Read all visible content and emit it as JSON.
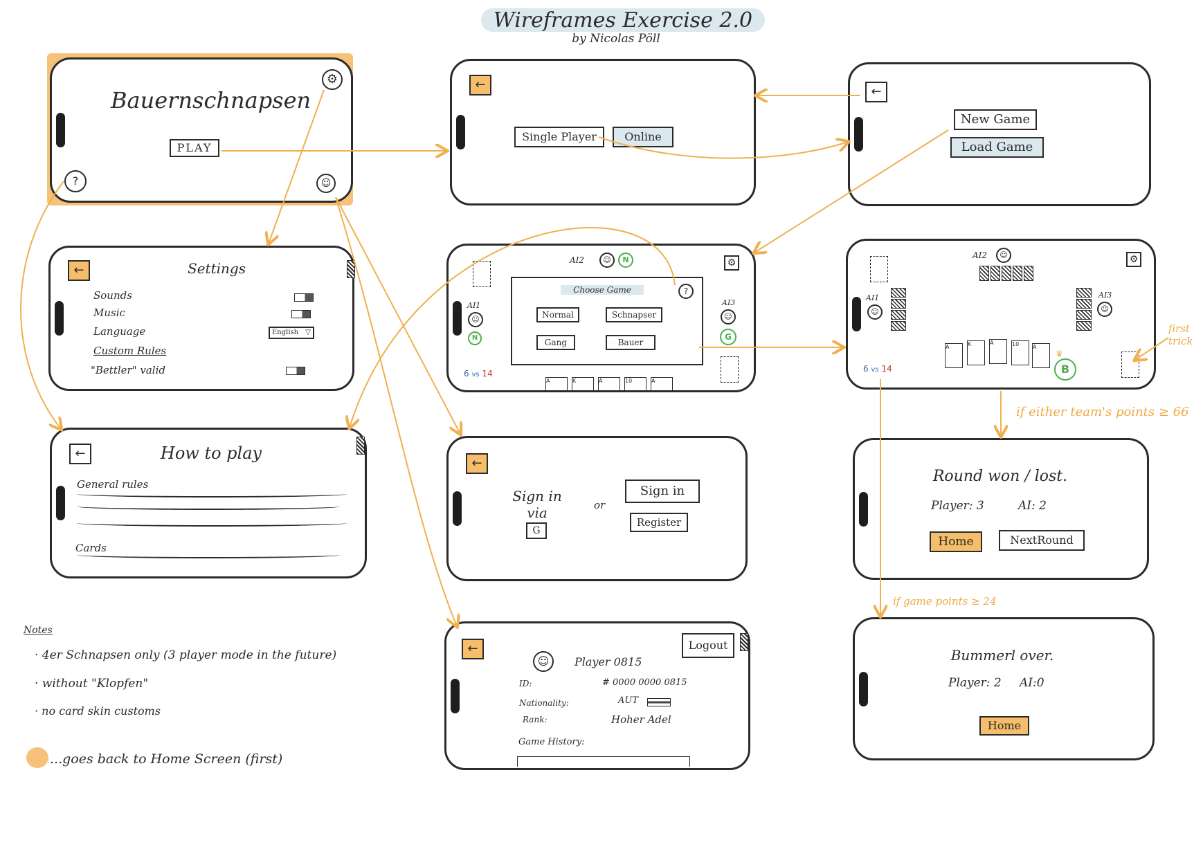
{
  "title": {
    "main": "Wireframes Exercise 2.0",
    "byline": "by Nicolas Pöll"
  },
  "home": {
    "app_name": "Bauernschnapsen",
    "play": "PLAY",
    "help_icon": "?",
    "settings_icon": "gear-icon",
    "profile_icon": "person-icon"
  },
  "mode": {
    "single": "Single Player",
    "online": "Online",
    "back": "←"
  },
  "newgame": {
    "new": "New Game",
    "load": "Load Game",
    "back": "←"
  },
  "settings": {
    "title": "Settings",
    "back": "←",
    "items": [
      "Sounds",
      "Music",
      "Language",
      "Custom Rules",
      "\"Bettler\" valid"
    ],
    "language_value": "English"
  },
  "howto": {
    "title": "How to play",
    "back": "←",
    "general": "General rules",
    "cards": "Cards"
  },
  "choose": {
    "ai2": "AI2",
    "ai1": "AI1",
    "ai3": "AI3",
    "n": "N",
    "g": "G",
    "title": "Choose Game",
    "help": "?",
    "options": [
      "Normal",
      "Schnapser",
      "Gang",
      "Bauer"
    ],
    "score_a": "6",
    "score_vs": "vs",
    "score_b": "14"
  },
  "game": {
    "ai2": "AI2",
    "ai1": "AI1",
    "ai3": "AI3",
    "b": "B",
    "score_a": "6",
    "score_vs": "vs",
    "score_b": "14",
    "first_trick": "first trick"
  },
  "signin": {
    "via": "Sign in via",
    "g": "G",
    "or": "or",
    "signin": "Sign in",
    "register": "Register",
    "back": "←"
  },
  "profile": {
    "back": "←",
    "logout": "Logout",
    "player": "Player 0815",
    "fields": [
      {
        "label": "ID:",
        "value": "# 0000 0000 0815"
      },
      {
        "label": "Nationality:",
        "value": "AUT"
      },
      {
        "label": "Rank:",
        "value": "Hoher Adel"
      },
      {
        "label": "Game History:",
        "value": ""
      }
    ]
  },
  "round": {
    "title": "Round won / lost.",
    "player": "Player: 3",
    "ai": "AI: 2",
    "home": "Home",
    "next": "NextRound"
  },
  "over": {
    "title": "Bummerl over.",
    "player": "Player: 2",
    "ai": "AI:0",
    "home": "Home"
  },
  "annotations": {
    "either": "if either team's points ≥ 66",
    "gamepoints": "if game points ≥ 24"
  },
  "notes": {
    "heading": "Notes",
    "items": [
      "· 4er Schnapsen only (3 player mode in the future)",
      "· without \"Klopfen\"",
      "· no card skin customs"
    ],
    "legend": "...goes back to Home Screen (first)"
  },
  "colors": {
    "accent": "#f6be6a",
    "line": "#f0b050",
    "green": "#4caf50",
    "score_red": "#c0392b",
    "score_blue": "#3a6ea5"
  }
}
